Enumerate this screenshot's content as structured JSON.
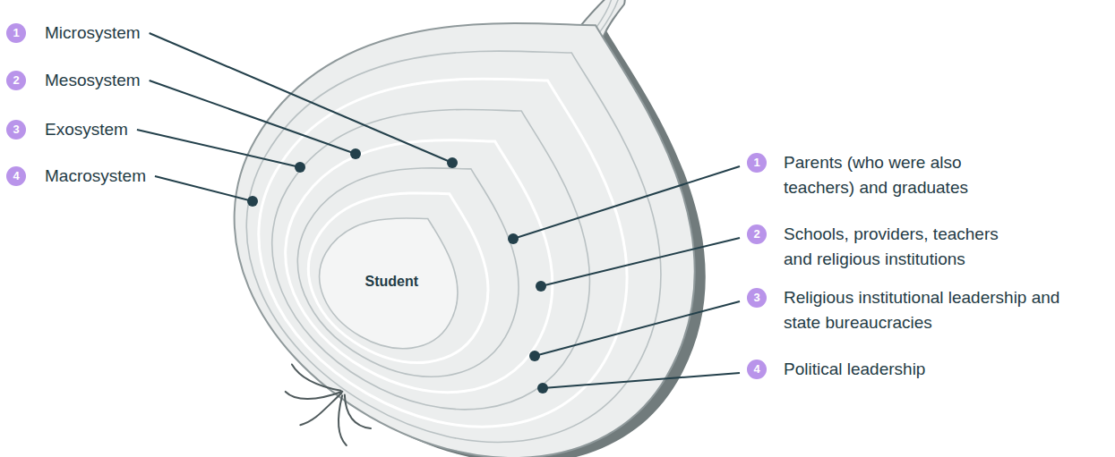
{
  "diagram": {
    "labels": [
      "1",
      "Microsystem",
      "2",
      "Mesosystem",
      "3",
      "Exosystem",
      "4",
      "Macrosystem",
      "Student",
      "1",
      "Parents (who were also teachers) and graduates",
      "2",
      "Schools, providers, teachers and religious institutions",
      "3",
      "Religious institutional leadership and state bureaucracies",
      "4",
      "Political leadership"
    ]
  }
}
